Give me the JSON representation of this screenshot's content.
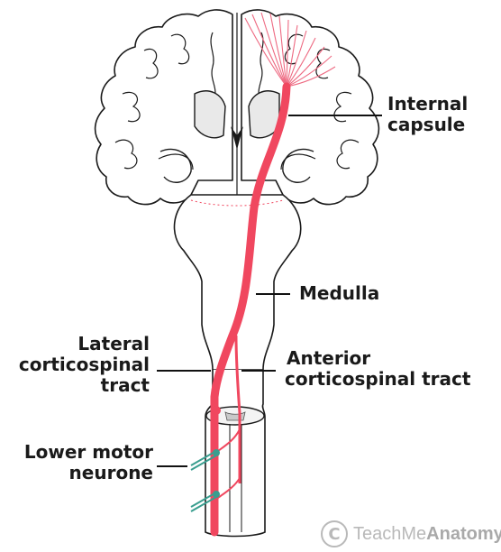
{
  "labels": {
    "internal_capsule": [
      "Internal",
      "capsule"
    ],
    "medulla": "Medulla",
    "lateral_tract": [
      "Lateral",
      "corticospinal",
      "tract"
    ],
    "anterior_tract": [
      "Anterior",
      "corticospinal tract"
    ],
    "lower_motor_neurone": [
      "Lower motor",
      "neurone"
    ]
  },
  "watermark": {
    "logo_letter": "C",
    "brand_regular": "TeachMe",
    "brand_bold": "Anatomy"
  },
  "colors": {
    "tract": "#f0475f",
    "tract_fan": "#ee6a82",
    "neurone": "#3a9e8f",
    "outline": "#1a1a1a",
    "watermark": "#b9b9b9"
  }
}
